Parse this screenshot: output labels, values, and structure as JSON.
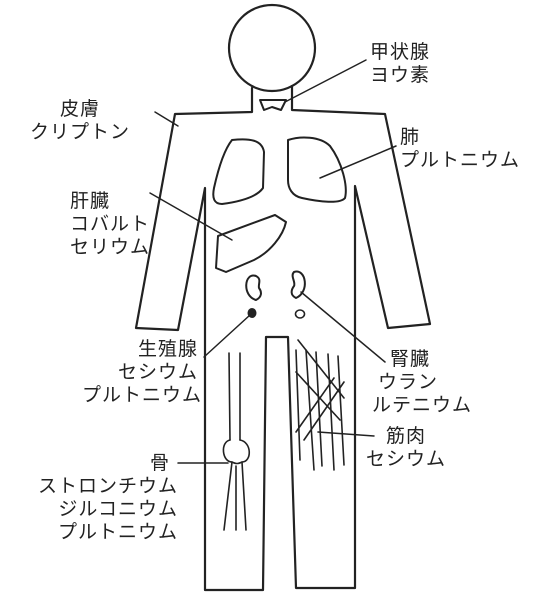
{
  "labels": {
    "thyroid": {
      "organ": "甲状腺",
      "elements": [
        "ヨウ素"
      ]
    },
    "skin": {
      "organ": "皮膚",
      "elements": [
        "クリプトン"
      ]
    },
    "lung": {
      "organ": "肺",
      "elements": [
        "プルトニウム"
      ]
    },
    "liver": {
      "organ": "肝臓",
      "elements": [
        "コバルト",
        "セリウム"
      ]
    },
    "gonad": {
      "organ": "生殖腺",
      "elements": [
        "セシウム",
        "プルトニウム"
      ]
    },
    "kidney": {
      "organ": "腎臓",
      "elements": [
        "ウラン",
        "ルテニウム"
      ]
    },
    "muscle": {
      "organ": "筋肉",
      "elements": [
        "セシウム"
      ]
    },
    "bone": {
      "organ": "骨",
      "elements": [
        "ストロンチウム",
        "ジルコニウム",
        "プルトニウム"
      ]
    }
  },
  "colors": {
    "ink": "#222222",
    "paper": "#ffffff"
  }
}
